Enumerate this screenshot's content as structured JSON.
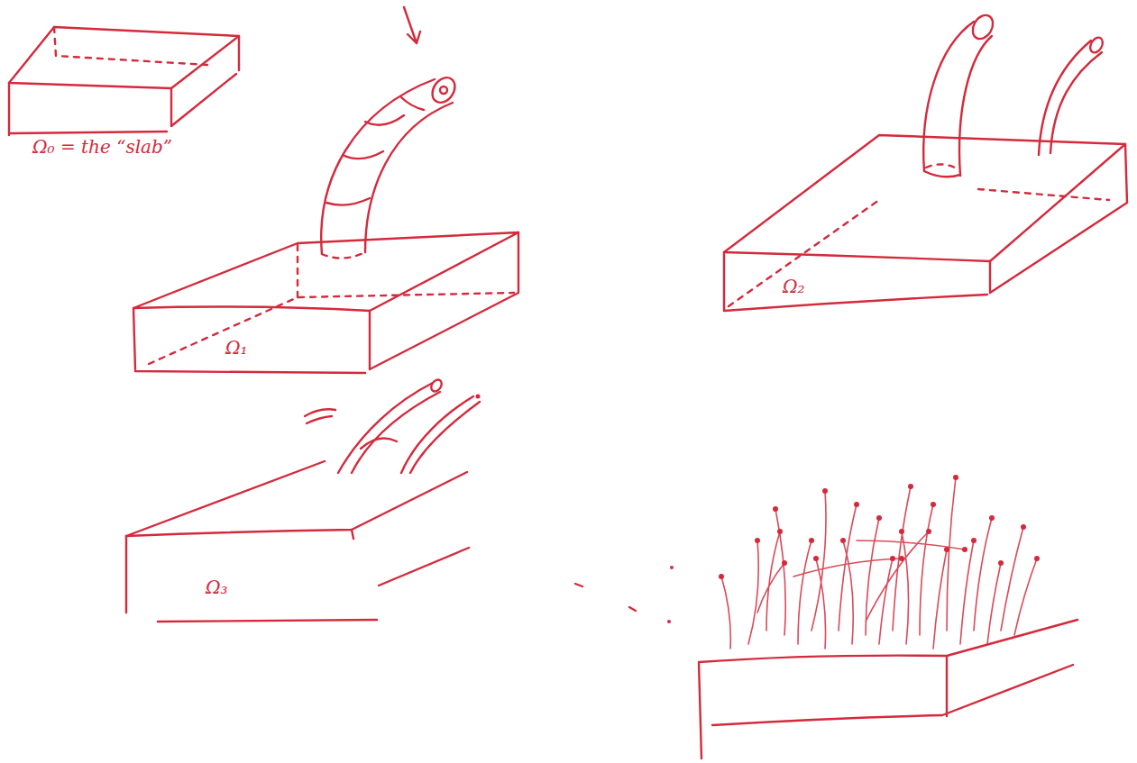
{
  "diagram": {
    "labels": [
      "Ω₀ = the “slab”",
      "Ω₁",
      "Ω₂",
      "Ω₃"
    ]
  }
}
